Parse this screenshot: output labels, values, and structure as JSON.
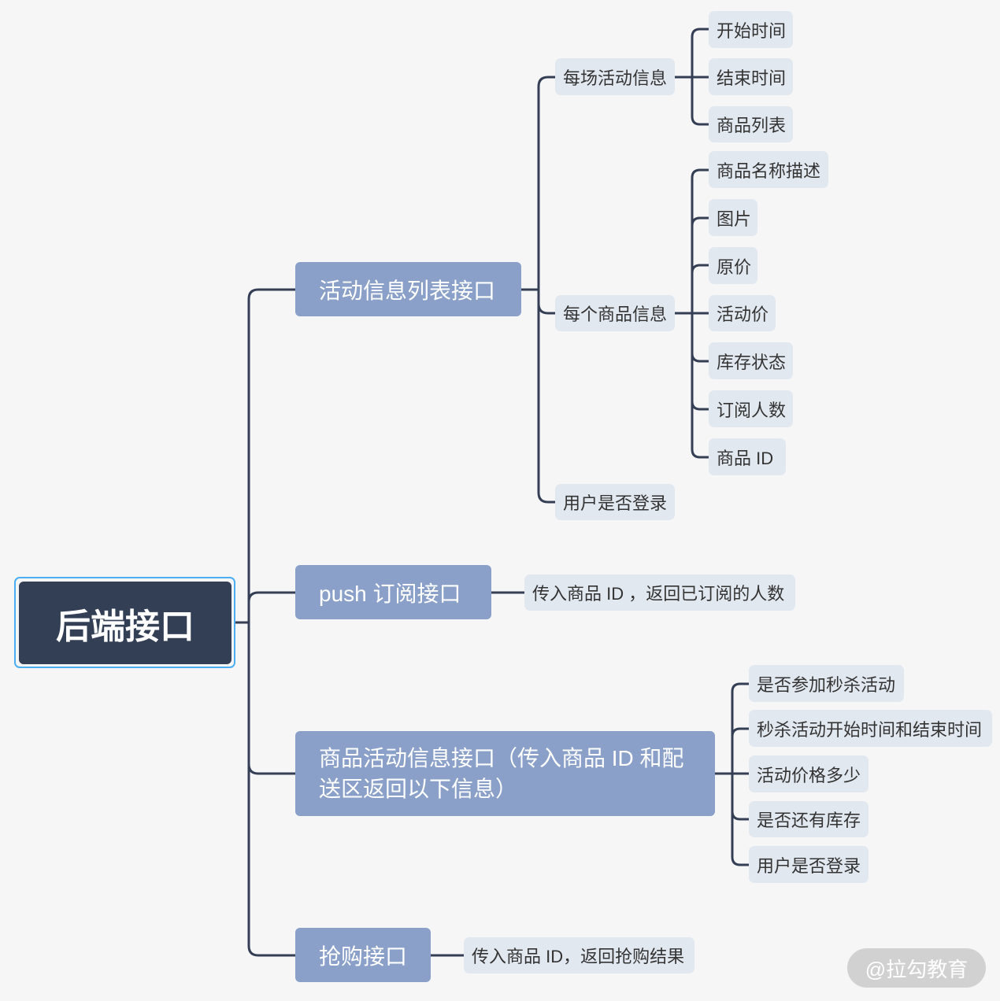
{
  "root": {
    "label": "后端接口"
  },
  "branches": [
    {
      "label": "活动信息列表接口",
      "children": [
        {
          "label": "每场活动信息",
          "children": [
            {
              "label": "开始时间"
            },
            {
              "label": "结束时间"
            },
            {
              "label": "商品列表"
            }
          ]
        },
        {
          "label": "每个商品信息",
          "children": [
            {
              "label": "商品名称描述"
            },
            {
              "label": "图片"
            },
            {
              "label": "原价"
            },
            {
              "label": "活动价"
            },
            {
              "label": "库存状态"
            },
            {
              "label": "订阅人数"
            },
            {
              "label": "商品 ID"
            }
          ]
        },
        {
          "label": "用户是否登录"
        }
      ]
    },
    {
      "label": "push 订阅接口",
      "children": [
        {
          "label": "传入商品 ID ，返回已订阅的人数"
        }
      ]
    },
    {
      "label_lines": [
        "商品活动信息接口（传入商品 ID 和配",
        "送区返回以下信息）"
      ],
      "children": [
        {
          "label": "是否参加秒杀活动"
        },
        {
          "label": "秒杀活动开始时间和结束时间"
        },
        {
          "label": "活动价格多少"
        },
        {
          "label": "是否还有库存"
        },
        {
          "label": "用户是否登录"
        }
      ]
    },
    {
      "label": "抢购接口",
      "children": [
        {
          "label": "传入商品 ID，返回抢购结果"
        }
      ]
    }
  ],
  "watermark": {
    "text": "@拉勾教育"
  },
  "colors": {
    "background": "#f6f6f6",
    "root_fill": "#333f55",
    "root_outline": "#4aaef2",
    "branch_fill": "#8aa0c8",
    "leaf_fill": "#e2e8f0",
    "leaf_text": "#333333",
    "connector": "#343f55"
  }
}
